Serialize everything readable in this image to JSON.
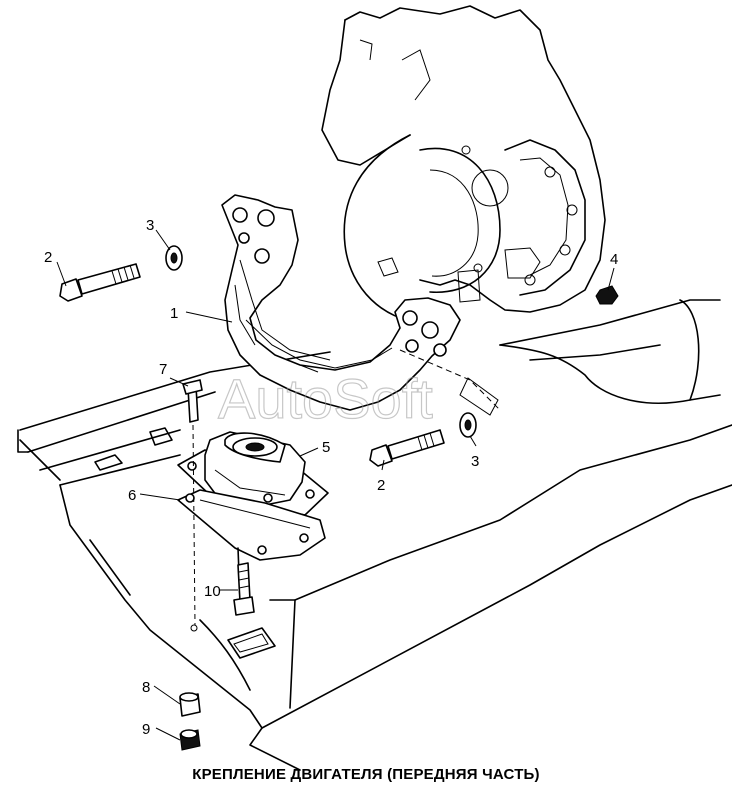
{
  "caption": "КРЕПЛЕНИЕ ДВИГАТЕЛЯ (ПЕРЕДНЯЯ ЧАСТЬ)",
  "watermark": "AutoSoft",
  "callouts": [
    "1",
    "2",
    "3",
    "4",
    "5",
    "6",
    "7",
    "8",
    "9",
    "10",
    "2",
    "3"
  ]
}
